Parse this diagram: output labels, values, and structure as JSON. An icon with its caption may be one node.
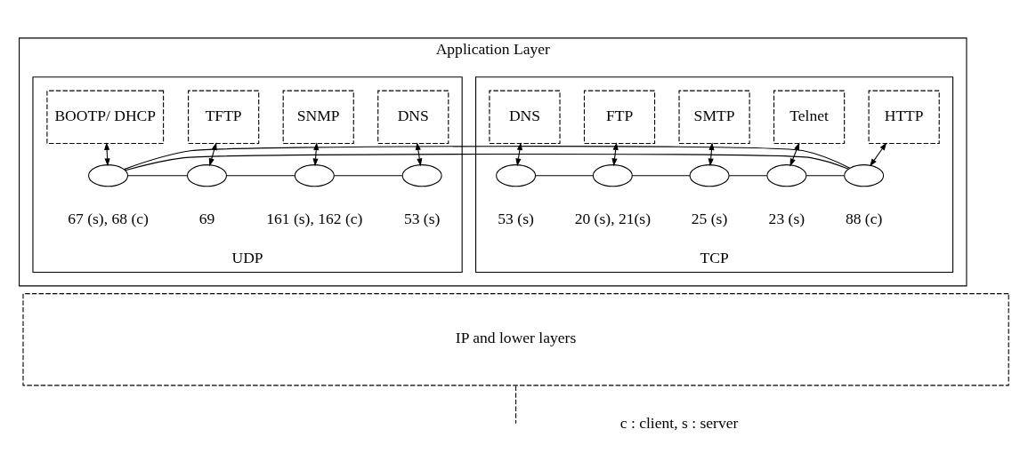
{
  "diagram": {
    "nodes": [
      {
        "text": [
          "Application Layer"
        ]
      },
      {
        "text": [
          "TCP"
        ],
        "in": 0
      },
      {
        "text": [
          "DNS"
        ],
        "in": 1
      },
      {
        "text": [
          "FTP"
        ],
        "in": 1
      },
      {
        "text": [
          "SMTP"
        ],
        "in": 1
      },
      {
        "text": [
          "Telnet"
        ],
        "in": 1
      },
      {
        "text": [
          "HTTP"
        ],
        "in": 1
      },
      {
        "text": [],
        "shape": "ellipse",
        "in": 1,
        "beside": [
          "53 (s)"
        ]
      },
      {
        "text": [],
        "shape": "ellipse",
        "in": 1,
        "beside": [
          "20 (s), 21(s)"
        ]
      },
      {
        "text": [],
        "shape": "ellipse",
        "in": 1,
        "beside": [
          "25 (s)"
        ]
      },
      {
        "text": [],
        "shape": "ellipse",
        "in": 1,
        "beside": [
          "23 (s)"
        ]
      },
      {
        "text": [],
        "shape": "ellipse",
        "in": 1,
        "beside": [
          "88 (c)"
        ]
      },
      {
        "text": [
          "UDP"
        ],
        "in": 0
      },
      {
        "text": [
          "BOOTP/ DHCP"
        ],
        "in": 12
      },
      {
        "text": [
          "TFTP"
        ],
        "in": 12
      },
      {
        "text": [
          "SNMP"
        ],
        "in": 12
      },
      {
        "text": [
          "DNS"
        ],
        "in": 12
      },
      {
        "text": [],
        "shape": "ellipse",
        "in": 12,
        "beside": [
          "67 (s), 68 (c)"
        ]
      },
      {
        "text": [],
        "shape": "ellipse",
        "in": 12,
        "beside": [
          "69"
        ]
      },
      {
        "text": [],
        "shape": "ellipse",
        "in": 12,
        "beside": [
          "161 (s), 162 (c)"
        ]
      },
      {
        "text": [],
        "shape": "ellipse",
        "in": 12,
        "beside": [
          "53 (s)"
        ]
      },
      {
        "text": [
          "IP and lower layers"
        ]
      }
    ],
    "edges": [
      {
        "from": 2,
        "to": 7,
        "arrow": "both"
      },
      {
        "from": 3,
        "to": 8,
        "arrow": "both"
      },
      {
        "from": 4,
        "to": 9,
        "arrow": "both"
      },
      {
        "from": 5,
        "to": 10,
        "arrow": "both"
      },
      {
        "from": 6,
        "to": 11,
        "arrow": "both"
      },
      {
        "from": 13,
        "to": 17,
        "arrow": "both"
      },
      {
        "from": 14,
        "to": 18,
        "arrow": "both"
      },
      {
        "from": 15,
        "to": 19,
        "arrow": "both"
      },
      {
        "from": 16,
        "to": 20,
        "arrow": "both"
      },
      {
        "from": 7,
        "to": 8,
        "arrow": "none"
      },
      {
        "from": 8,
        "to": 9,
        "arrow": "none"
      },
      {
        "from": 9,
        "to": 10,
        "arrow": "none"
      },
      {
        "from": 10,
        "to": 11,
        "arrow": "none"
      },
      {
        "from": 11,
        "to": 17,
        "arrow": "none"
      },
      {
        "from": 17,
        "to": 18,
        "arrow": "none"
      },
      {
        "from": 18,
        "to": 19,
        "arrow": "none"
      },
      {
        "from": 19,
        "to": 20,
        "arrow": "none"
      },
      {
        "from": 21,
        "to": null,
        "arrow": "none",
        "style": "dashed"
      }
    ],
    "labels": [
      "c : client, s : server"
    ]
  }
}
